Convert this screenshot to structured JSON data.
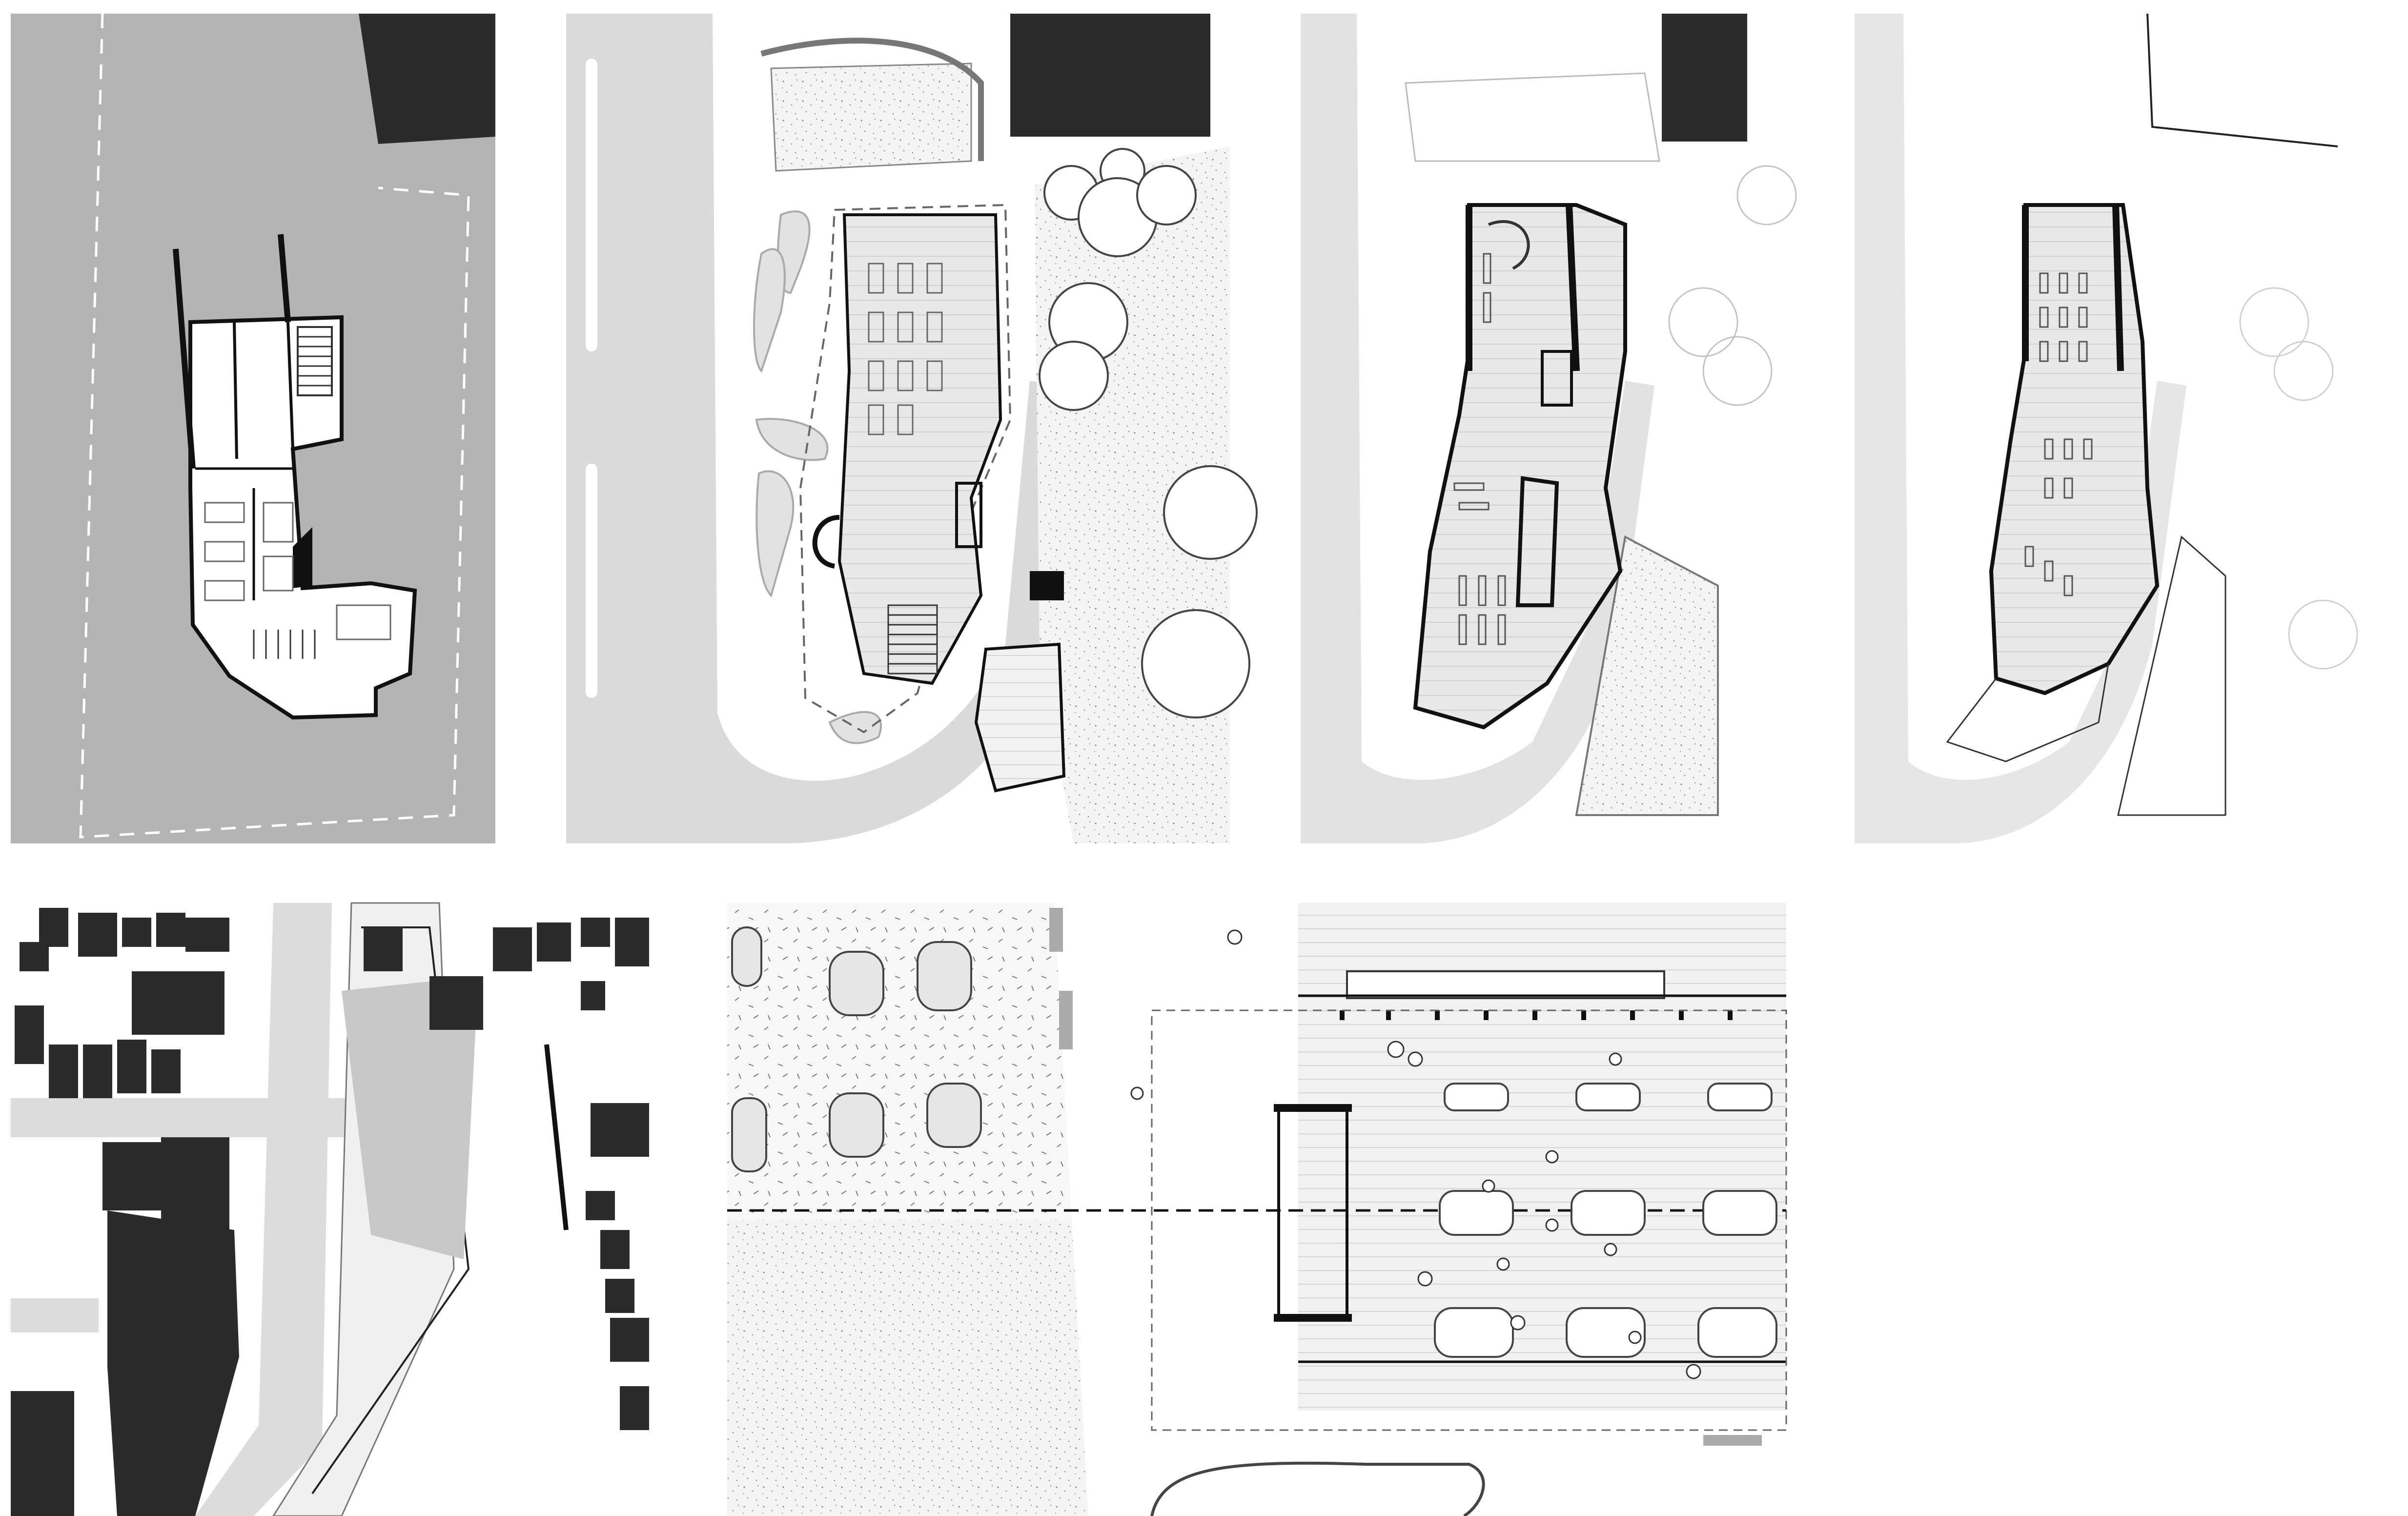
{
  "sheet": {
    "panels": [
      {
        "id": "basement-plan",
        "kind": "floor-plan"
      },
      {
        "id": "ground-floor-plan",
        "kind": "floor-plan"
      },
      {
        "id": "first-floor-plan",
        "kind": "floor-plan"
      },
      {
        "id": "second-floor-plan",
        "kind": "floor-plan"
      },
      {
        "id": "site-plan",
        "kind": "figure-ground"
      },
      {
        "id": "detail-plan",
        "kind": "furnished-plan"
      }
    ],
    "colors": {
      "ground_fill": "#b4b4b4",
      "road": "#dadada",
      "paving": "#ededed",
      "building": "#2b2b2b",
      "wall": "#111111",
      "line": "#555555",
      "background": "#ffffff"
    }
  }
}
